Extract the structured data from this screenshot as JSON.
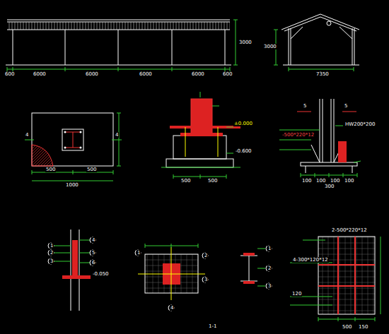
{
  "diagram": {
    "labels": [
      "600",
      "6000",
      "6000",
      "6000",
      "6000",
      "600",
      "3000",
      "7350",
      "3000",
      "4",
      "4",
      "1000",
      "500",
      "500",
      "±0.000",
      "-0.600",
      "500",
      "500",
      "5",
      "5",
      "HW200*200",
      "-500*220*12",
      "100",
      "100",
      "100",
      "100",
      "300",
      "1",
      "2",
      "3",
      "4",
      "5",
      "6",
      "-0.050",
      "1",
      "2",
      "3",
      "4",
      "1",
      "2",
      "3",
      "2-500*220*12",
      "4-300*120*12",
      "500",
      "150",
      "120",
      "1-1"
    ]
  }
}
